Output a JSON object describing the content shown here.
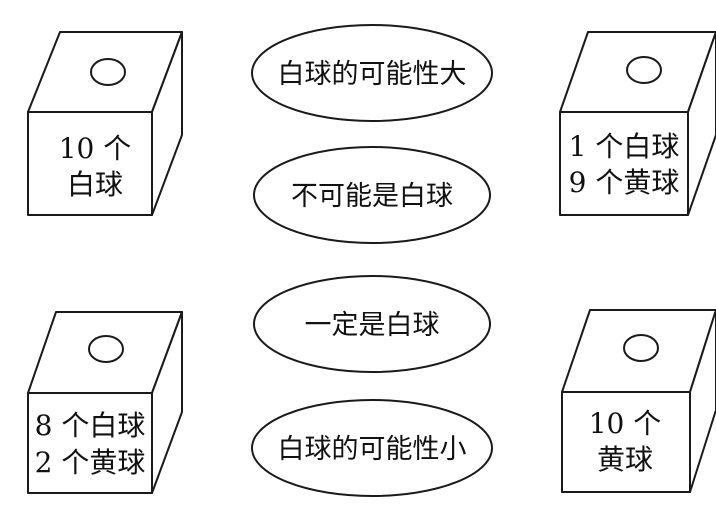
{
  "boxes": [
    {
      "id": "top-left",
      "lines": [
        "10 个",
        "白球"
      ]
    },
    {
      "id": "top-right",
      "lines": [
        "1 个白球",
        "9 个黄球"
      ]
    },
    {
      "id": "bottom-left",
      "lines": [
        "8 个白球",
        "2 个黄球"
      ]
    },
    {
      "id": "bottom-right",
      "lines": [
        "10 个",
        "黄球"
      ]
    }
  ],
  "ovals": [
    {
      "id": "likely-white",
      "text": "白球的可能性大"
    },
    {
      "id": "impossible-white",
      "text": "不可能是白球"
    },
    {
      "id": "certain-white",
      "text": "一定是白球"
    },
    {
      "id": "unlikely-white",
      "text": "白球的可能性小"
    }
  ]
}
